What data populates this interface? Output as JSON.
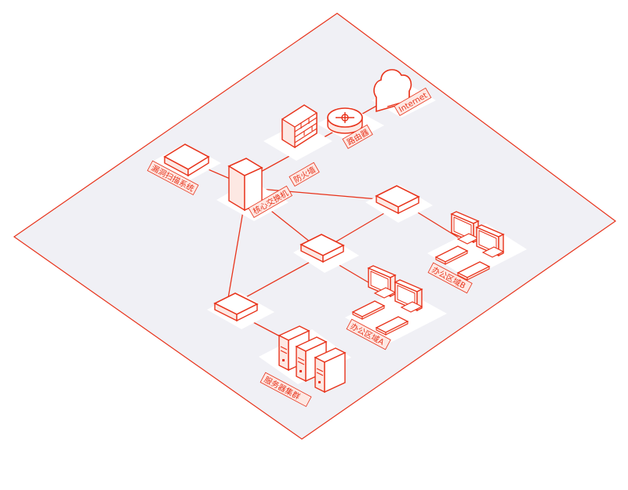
{
  "colors": {
    "accent": "#e8341c",
    "plane_fill": "#f0f0f5",
    "device_fill": "#ffffff",
    "tag_fill": "#fde8e3",
    "pad_fill": "#ffffff"
  },
  "labels": {
    "vuln_scanner": "漏洞扫描系统",
    "core_switch": "核心交换机",
    "firewall": "防火墙",
    "router": "路由器",
    "internet": "Internet",
    "office_a": "办公区域A",
    "office_b": "办公区域B",
    "server_cluster": "服务器集群"
  }
}
